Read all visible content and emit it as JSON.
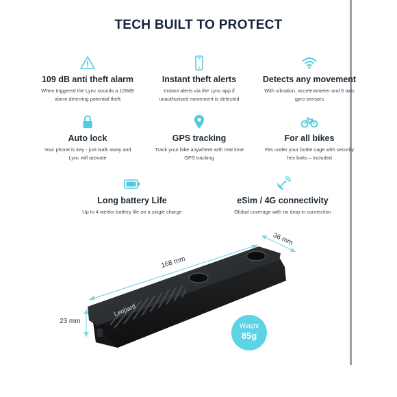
{
  "headline": "TECH BUILT TO PROTECT",
  "accent_color": "#4ecbe0",
  "features": [
    {
      "icon": "warning-triangle-icon",
      "title": "109 dB anti theft alarm",
      "desc1": "When triggered the Lync sounds a 109dB",
      "desc2": "alarm deterring potential theft"
    },
    {
      "icon": "smartphone-icon",
      "title": "Instant theft alerts",
      "desc1": "Instant alerts via the Lync app if",
      "desc2": "unauthorised movement is detected"
    },
    {
      "icon": "wifi-signal-icon",
      "title": "Detects any movement",
      "desc1": "With vibration, accelerometer and 6 axis",
      "desc2": "gyro sensors"
    },
    {
      "icon": "padlock-icon",
      "title": "Auto lock",
      "desc1": "Your phone is key - just walk away and",
      "desc2": "Lync will activate"
    },
    {
      "icon": "map-pin-icon",
      "title": "GPS tracking",
      "desc1": "Track your bike anywhere with real time",
      "desc2": "GPS tracking"
    },
    {
      "icon": "bicycle-icon",
      "title": "For all bikes",
      "desc1": "Fits under your bottle cage with security",
      "desc2": "hex bolts – Included"
    },
    {
      "icon": "battery-icon",
      "title": "Long battery Life",
      "desc1": "Up to 4 weeks battery life on a single charge",
      "desc2": ""
    },
    {
      "icon": "satellite-dish-icon",
      "title": "eSim / 4G connectivity",
      "desc1": "Global coverage with no drop in connection",
      "desc2": ""
    }
  ],
  "product": {
    "brand": "Leopard",
    "length": "168 mm",
    "width": "36 mm",
    "height": "23 mm",
    "weight_label": "Weight",
    "weight_value": "85g"
  }
}
